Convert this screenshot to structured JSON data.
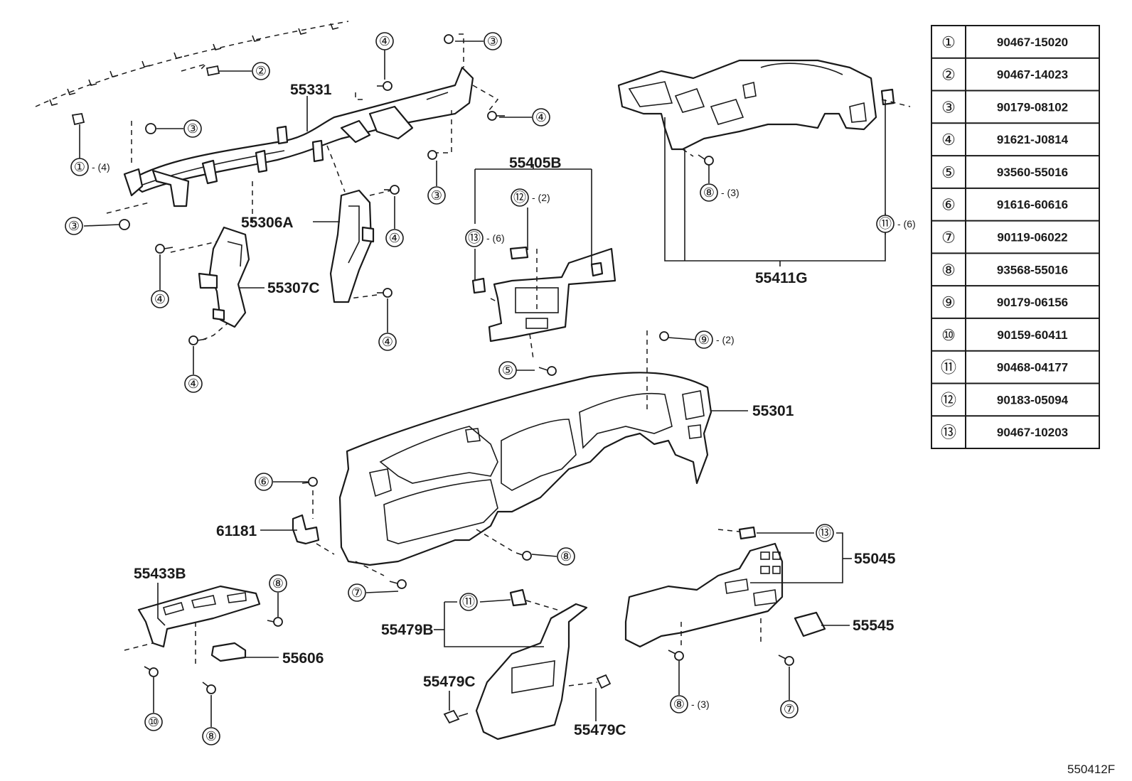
{
  "figure_code": "550412F",
  "parts": {
    "p55331": "55331",
    "p55306A": "55306A",
    "p55307C": "55307C",
    "p55405B": "55405B",
    "p55411G": "55411G",
    "p55301": "55301",
    "p61181": "61181",
    "p55433B": "55433B",
    "p55606": "55606",
    "p55479B": "55479B",
    "p55479C": "55479C",
    "p55045": "55045",
    "p55545": "55545"
  },
  "refs": {
    "r1": "①",
    "r2": "②",
    "r3": "③",
    "r4": "④",
    "r5": "⑤",
    "r6": "⑥",
    "r7": "⑦",
    "r8": "⑧",
    "r9": "⑨",
    "r10": "⑩",
    "r11": "⑪",
    "r12": "⑫",
    "r13": "⑬"
  },
  "quantities": {
    "q4": "- (4)",
    "q2": "- (2)",
    "q6": "- (6)",
    "q3": "- (3)",
    "q2b": "(2)",
    "q6b": "(6)"
  },
  "parts_table": [
    {
      "ref": "①",
      "part_no": "90467-15020"
    },
    {
      "ref": "②",
      "part_no": "90467-14023"
    },
    {
      "ref": "③",
      "part_no": "90179-08102"
    },
    {
      "ref": "④",
      "part_no": "91621-J0814"
    },
    {
      "ref": "⑤",
      "part_no": "93560-55016"
    },
    {
      "ref": "⑥",
      "part_no": "91616-60616"
    },
    {
      "ref": "⑦",
      "part_no": "90119-06022"
    },
    {
      "ref": "⑧",
      "part_no": "93568-55016"
    },
    {
      "ref": "⑨",
      "part_no": "90179-06156"
    },
    {
      "ref": "⑩",
      "part_no": "90159-60411"
    },
    {
      "ref": "⑪",
      "part_no": "90468-04177"
    },
    {
      "ref": "⑫",
      "part_no": "90183-05094"
    },
    {
      "ref": "⑬",
      "part_no": "90467-10203"
    }
  ]
}
